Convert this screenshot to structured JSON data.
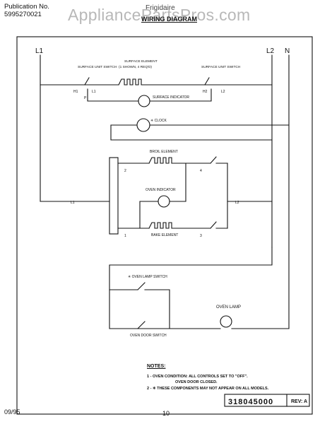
{
  "header": {
    "publication_label": "Publication No.",
    "publication_number": "5995270021",
    "brand": "Frigidaire",
    "watermark": "AppliancePartsPros.com",
    "title": "WIRING DIAGRAM"
  },
  "lines": {
    "l1": "L1",
    "l2": "L2",
    "n": "N"
  },
  "components": {
    "surface_unit_switch_left": "SURFACE UNIT SWITCH",
    "surface_element": "SURFACE ELEMENT",
    "surface_element_sub": "(1 SHOWN, 4 REQ'D)",
    "surface_unit_switch_right": "SURFACE UNIT SWITCH",
    "surface_indicator": "SURFACE INDICATOR",
    "clock": "✳ CLOCK",
    "broil_element": "BROIL ELEMENT",
    "oven_indicator": "OVEN INDICATOR",
    "bake_element": "BAKE ELEMENT",
    "oven_lamp_switch": "✳ OVEN LAMP SWITCH",
    "oven_lamp": "OVEN LAMP",
    "oven_door_switch": "OVEN DOOR SWITCH"
  },
  "terminals": {
    "h1": "H1",
    "l1": "L1",
    "p": "P",
    "h2": "H2",
    "l2": "L2",
    "t2": "2",
    "t4": "4",
    "t1": "1",
    "t3": "3",
    "oven_l1": "L1",
    "oven_l2": "L2"
  },
  "notes": {
    "title": "NOTES:",
    "items": [
      "1 - OVEN CONDITION: ALL CONTROLS SET TO \"OFF\".",
      "OVEN DOOR CLOSED.",
      "2 - ✳ THESE COMPONENTS MAY NOT APPEAR ON ALL MODELS."
    ]
  },
  "footer": {
    "date": "09/95",
    "page": "10",
    "part_number": "318045000",
    "rev": "REV: A"
  }
}
